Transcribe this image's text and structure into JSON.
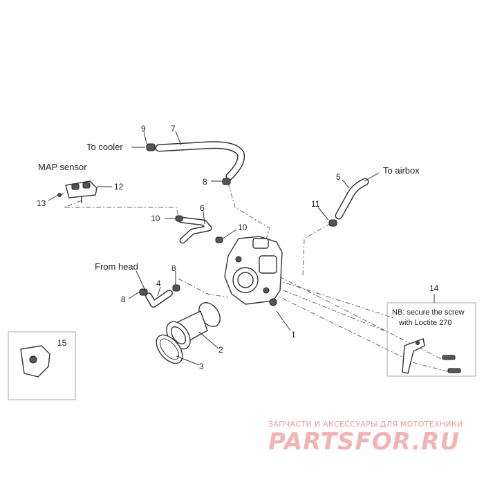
{
  "labels": {
    "to_cooler": "To cooler",
    "map_sensor": "MAP sensor",
    "to_airbox": "To airbox",
    "from_head": "From head"
  },
  "callouts": {
    "n1": "1",
    "n2": "2",
    "n3": "3",
    "n4": "4",
    "n5": "5",
    "n6": "6",
    "n7": "7",
    "n8a": "8",
    "n8b": "8",
    "n8c": "8",
    "n9": "9",
    "n10a": "10",
    "n10b": "10",
    "n11": "11",
    "n12": "12",
    "n13": "13",
    "n14": "14",
    "n15": "15"
  },
  "note": {
    "line1": "NB: secure the screw",
    "line2": "with Loctite 270"
  },
  "watermark": {
    "subtitle": "ЗАПЧАСТИ И АКСЕССУАРЫ ДЛЯ МОТОТЕХНИКИ",
    "brand": "PARTSFOR.RU",
    "color": "#e89a9a"
  }
}
